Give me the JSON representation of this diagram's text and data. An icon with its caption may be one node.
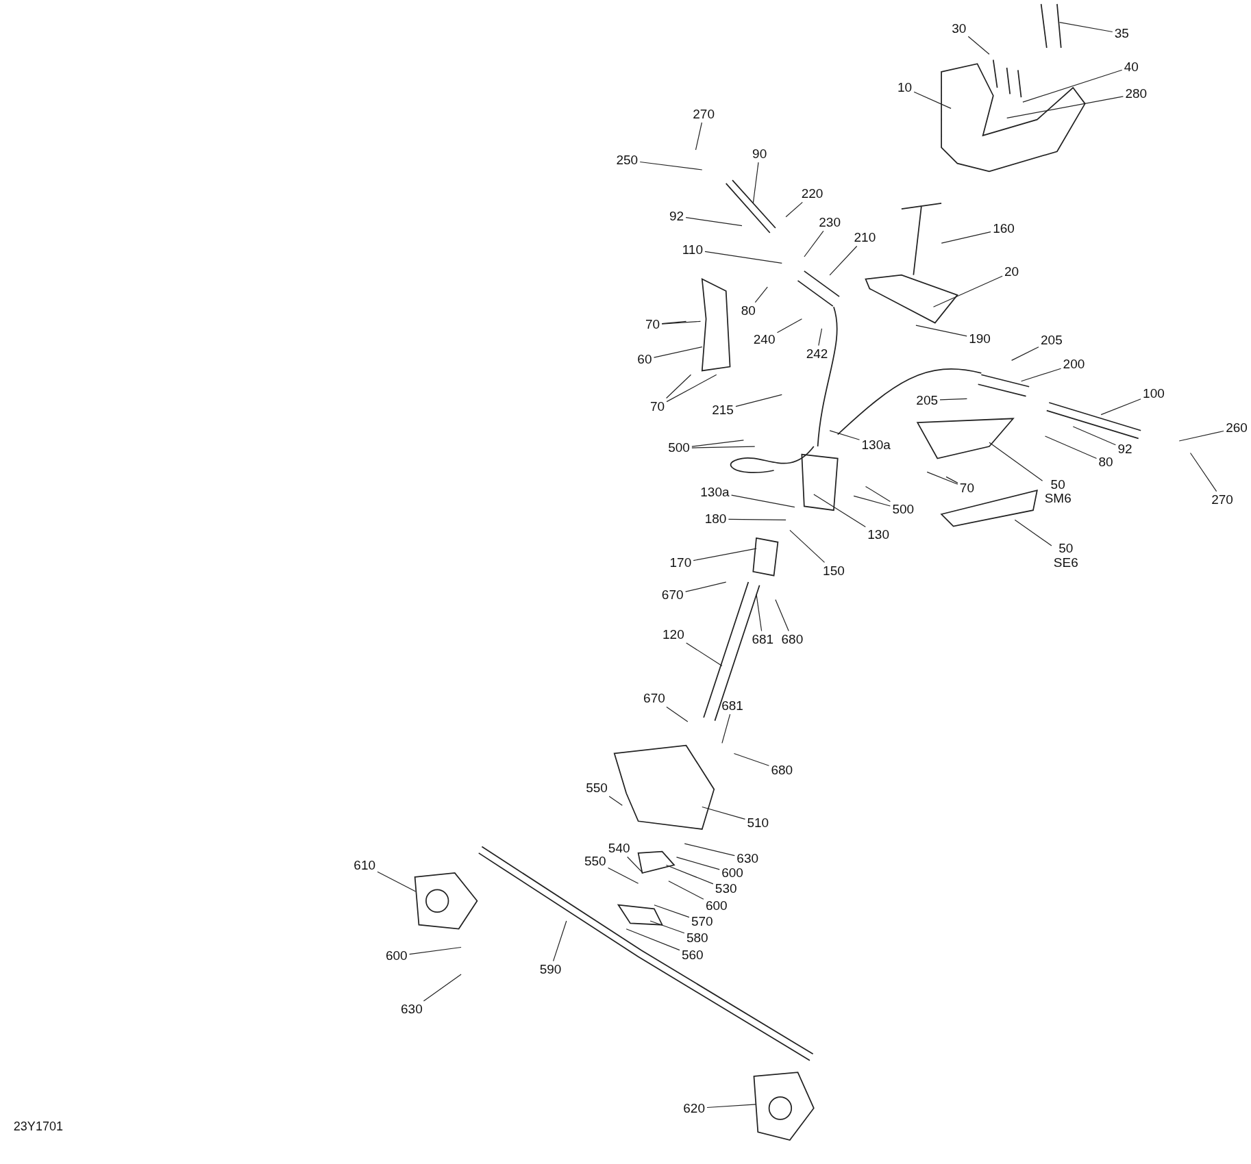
{
  "diagram": {
    "nodes": [
      {
        "text": [
          "35"
        ]
      },
      {
        "text": [
          "30"
        ]
      },
      {
        "text": [
          "40"
        ]
      },
      {
        "text": [
          "10"
        ]
      },
      {
        "text": [
          "280"
        ]
      },
      {
        "text": [
          "270"
        ]
      },
      {
        "text": [
          "250"
        ]
      },
      {
        "text": [
          "90"
        ]
      },
      {
        "text": [
          "92"
        ]
      },
      {
        "text": [
          "220"
        ]
      },
      {
        "text": [
          "230"
        ]
      },
      {
        "text": [
          "210"
        ]
      },
      {
        "text": [
          "160"
        ]
      },
      {
        "text": [
          "110"
        ]
      },
      {
        "text": [
          "20"
        ]
      },
      {
        "text": [
          "80"
        ]
      },
      {
        "text": [
          "70"
        ]
      },
      {
        "text": [
          "240"
        ]
      },
      {
        "text": [
          "242"
        ]
      },
      {
        "text": [
          "190"
        ]
      },
      {
        "text": [
          "60"
        ]
      },
      {
        "text": [
          "205"
        ]
      },
      {
        "text": [
          "200"
        ]
      },
      {
        "text": [
          "70"
        ]
      },
      {
        "text": [
          "215"
        ]
      },
      {
        "text": [
          "205"
        ]
      },
      {
        "text": [
          "100"
        ]
      },
      {
        "text": [
          "500"
        ]
      },
      {
        "text": [
          "130a"
        ]
      },
      {
        "text": [
          "260"
        ]
      },
      {
        "text": [
          "92"
        ]
      },
      {
        "text": [
          "80"
        ]
      },
      {
        "text": [
          "130a"
        ]
      },
      {
        "text": [
          "70"
        ]
      },
      {
        "text": [
          "500"
        ]
      },
      {
        "text": [
          "50 SM6"
        ]
      },
      {
        "text": [
          "270"
        ]
      },
      {
        "text": [
          "180"
        ]
      },
      {
        "text": [
          "130"
        ]
      },
      {
        "text": [
          "150"
        ]
      },
      {
        "text": [
          "170"
        ]
      },
      {
        "text": [
          "50 SE6"
        ]
      },
      {
        "text": [
          "670"
        ]
      },
      {
        "text": [
          "681"
        ]
      },
      {
        "text": [
          "680"
        ]
      },
      {
        "text": [
          "120"
        ]
      },
      {
        "text": [
          "670"
        ]
      },
      {
        "text": [
          "681"
        ]
      },
      {
        "text": [
          "680"
        ]
      },
      {
        "text": [
          "550"
        ]
      },
      {
        "text": [
          "510"
        ]
      },
      {
        "text": [
          "540"
        ]
      },
      {
        "text": [
          "630"
        ]
      },
      {
        "text": [
          "550"
        ]
      },
      {
        "text": [
          "600"
        ]
      },
      {
        "text": [
          "610"
        ]
      },
      {
        "text": [
          "530"
        ]
      },
      {
        "text": [
          "600"
        ]
      },
      {
        "text": [
          "570"
        ]
      },
      {
        "text": [
          "580"
        ]
      },
      {
        "text": [
          "560"
        ]
      },
      {
        "text": [
          "600"
        ]
      },
      {
        "text": [
          "590"
        ]
      },
      {
        "text": [
          "630"
        ]
      },
      {
        "text": [
          "620"
        ]
      }
    ],
    "edges": [
      {
        "from": 0,
        "to": null,
        "arrow": "none"
      },
      {
        "from": 1,
        "to": null,
        "arrow": "none"
      },
      {
        "from": 2,
        "to": null,
        "arrow": "none"
      },
      {
        "from": 3,
        "to": null,
        "arrow": "none"
      },
      {
        "from": 4,
        "to": null,
        "arrow": "none"
      },
      {
        "from": 5,
        "to": null,
        "arrow": "none"
      },
      {
        "from": 6,
        "to": null,
        "arrow": "none"
      },
      {
        "from": 7,
        "to": null,
        "arrow": "none"
      },
      {
        "from": 8,
        "to": null,
        "arrow": "none"
      },
      {
        "from": 9,
        "to": null,
        "arrow": "none"
      },
      {
        "from": 10,
        "to": null,
        "arrow": "none"
      },
      {
        "from": 11,
        "to": null,
        "arrow": "none"
      },
      {
        "from": 12,
        "to": null,
        "arrow": "none"
      },
      {
        "from": 13,
        "to": null,
        "arrow": "none"
      },
      {
        "from": 14,
        "to": null,
        "arrow": "none"
      },
      {
        "from": 15,
        "to": null,
        "arrow": "none"
      },
      {
        "from": 16,
        "to": null,
        "arrow": "none"
      },
      {
        "from": 16,
        "to": null,
        "arrow": "none"
      },
      {
        "from": 17,
        "to": null,
        "arrow": "none"
      },
      {
        "from": 18,
        "to": null,
        "arrow": "none"
      },
      {
        "from": 19,
        "to": null,
        "arrow": "none"
      },
      {
        "from": 20,
        "to": null,
        "arrow": "none"
      },
      {
        "from": 21,
        "to": null,
        "arrow": "none"
      },
      {
        "from": 22,
        "to": null,
        "arrow": "none"
      },
      {
        "from": 23,
        "to": null,
        "arrow": "none"
      },
      {
        "from": 23,
        "to": null,
        "arrow": "none"
      },
      {
        "from": 24,
        "to": null,
        "arrow": "none"
      },
      {
        "from": 25,
        "to": null,
        "arrow": "none"
      },
      {
        "from": 26,
        "to": null,
        "arrow": "none"
      },
      {
        "from": 27,
        "to": null,
        "arrow": "none"
      },
      {
        "from": 27,
        "to": null,
        "arrow": "none"
      },
      {
        "from": 28,
        "to": null,
        "arrow": "none"
      },
      {
        "from": 29,
        "to": null,
        "arrow": "none"
      },
      {
        "from": 30,
        "to": null,
        "arrow": "none"
      },
      {
        "from": 31,
        "to": null,
        "arrow": "none"
      },
      {
        "from": 32,
        "to": null,
        "arrow": "none"
      },
      {
        "from": 33,
        "to": null,
        "arrow": "none"
      },
      {
        "from": 33,
        "to": null,
        "arrow": "none"
      },
      {
        "from": 34,
        "to": null,
        "arrow": "none"
      },
      {
        "from": 34,
        "to": null,
        "arrow": "none"
      },
      {
        "from": 35,
        "to": null,
        "arrow": "none"
      },
      {
        "from": 36,
        "to": null,
        "arrow": "none"
      },
      {
        "from": 37,
        "to": null,
        "arrow": "none"
      },
      {
        "from": 38,
        "to": null,
        "arrow": "none"
      },
      {
        "from": 39,
        "to": null,
        "arrow": "none"
      },
      {
        "from": 40,
        "to": null,
        "arrow": "none"
      },
      {
        "from": 41,
        "to": null,
        "arrow": "none"
      },
      {
        "from": 42,
        "to": null,
        "arrow": "none"
      },
      {
        "from": 43,
        "to": null,
        "arrow": "none"
      },
      {
        "from": 44,
        "to": null,
        "arrow": "none"
      },
      {
        "from": 45,
        "to": null,
        "arrow": "none"
      },
      {
        "from": 46,
        "to": null,
        "arrow": "none"
      },
      {
        "from": 47,
        "to": null,
        "arrow": "none"
      },
      {
        "from": 48,
        "to": null,
        "arrow": "none"
      },
      {
        "from": 49,
        "to": null,
        "arrow": "none"
      },
      {
        "from": 50,
        "to": null,
        "arrow": "none"
      },
      {
        "from": 51,
        "to": null,
        "arrow": "none"
      },
      {
        "from": 52,
        "to": null,
        "arrow": "none"
      },
      {
        "from": 53,
        "to": null,
        "arrow": "none"
      },
      {
        "from": 54,
        "to": null,
        "arrow": "none"
      },
      {
        "from": 55,
        "to": null,
        "arrow": "none"
      },
      {
        "from": 56,
        "to": null,
        "arrow": "none"
      },
      {
        "from": 57,
        "to": null,
        "arrow": "none"
      },
      {
        "from": 58,
        "to": null,
        "arrow": "none"
      },
      {
        "from": 59,
        "to": null,
        "arrow": "none"
      },
      {
        "from": 60,
        "to": null,
        "arrow": "none"
      },
      {
        "from": 61,
        "to": null,
        "arrow": "none"
      },
      {
        "from": 62,
        "to": null,
        "arrow": "none"
      },
      {
        "from": 63,
        "to": null,
        "arrow": "none"
      },
      {
        "from": 64,
        "to": null,
        "arrow": "none"
      }
    ],
    "labels": [
      "23Y1701"
    ]
  }
}
